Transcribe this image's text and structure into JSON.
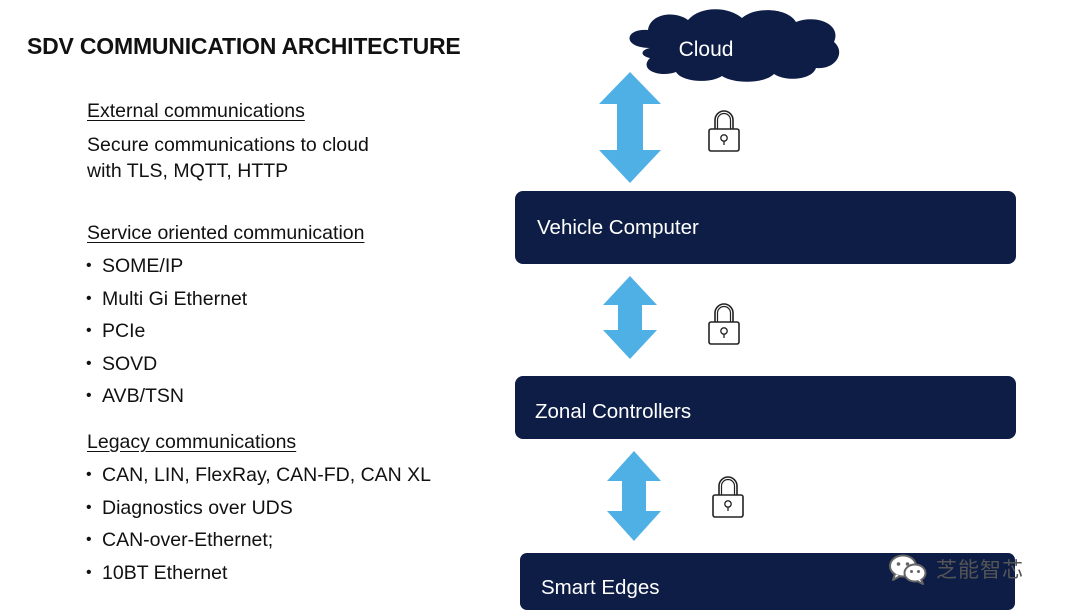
{
  "title": "SDV COMMUNICATION ARCHITECTURE",
  "sections": {
    "external": {
      "heading": "External communications",
      "text_line1": "Secure communications to cloud",
      "text_line2": "with TLS, MQTT, HTTP"
    },
    "service": {
      "heading": "Service oriented communication",
      "items": [
        "SOME/IP",
        "Multi Gi Ethernet",
        "PCIe",
        "SOVD",
        "AVB/TSN"
      ]
    },
    "legacy": {
      "heading": "Legacy communications",
      "items": [
        "CAN, LIN, FlexRay, CAN-FD, CAN XL",
        "Diagnostics over UDS",
        "CAN-over-Ethernet;",
        "10BT Ethernet"
      ]
    }
  },
  "diagram": {
    "cloud": "Cloud",
    "boxes": [
      "Vehicle Computer",
      "Zonal Controllers",
      "Smart Edges"
    ],
    "icons": {
      "connector": "double-arrow-icon",
      "security": "padlock-icon"
    }
  },
  "watermark": {
    "text": "芝能智芯",
    "icon": "wechat-icon"
  },
  "colors": {
    "navy": "#0d1d45",
    "arrow": "#4fb0e5",
    "text": "#111111"
  }
}
